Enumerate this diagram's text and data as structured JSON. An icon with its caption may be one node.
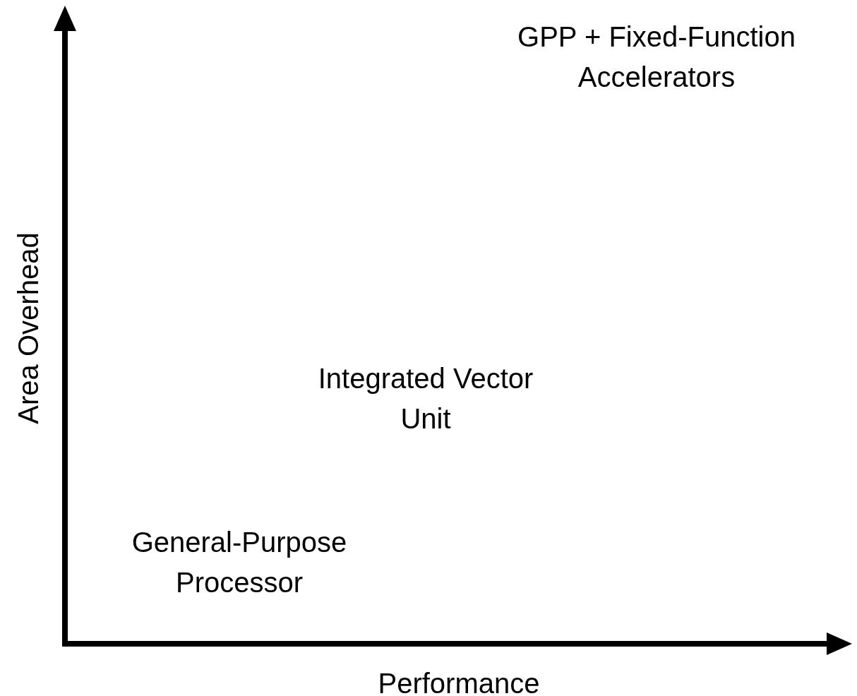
{
  "diagram": {
    "labels": [
      "GPP + Fixed-Function Accelerators",
      "Area Overhead",
      "Integrated Vector Unit",
      "General-Purpose Processor",
      "Performance"
    ]
  }
}
